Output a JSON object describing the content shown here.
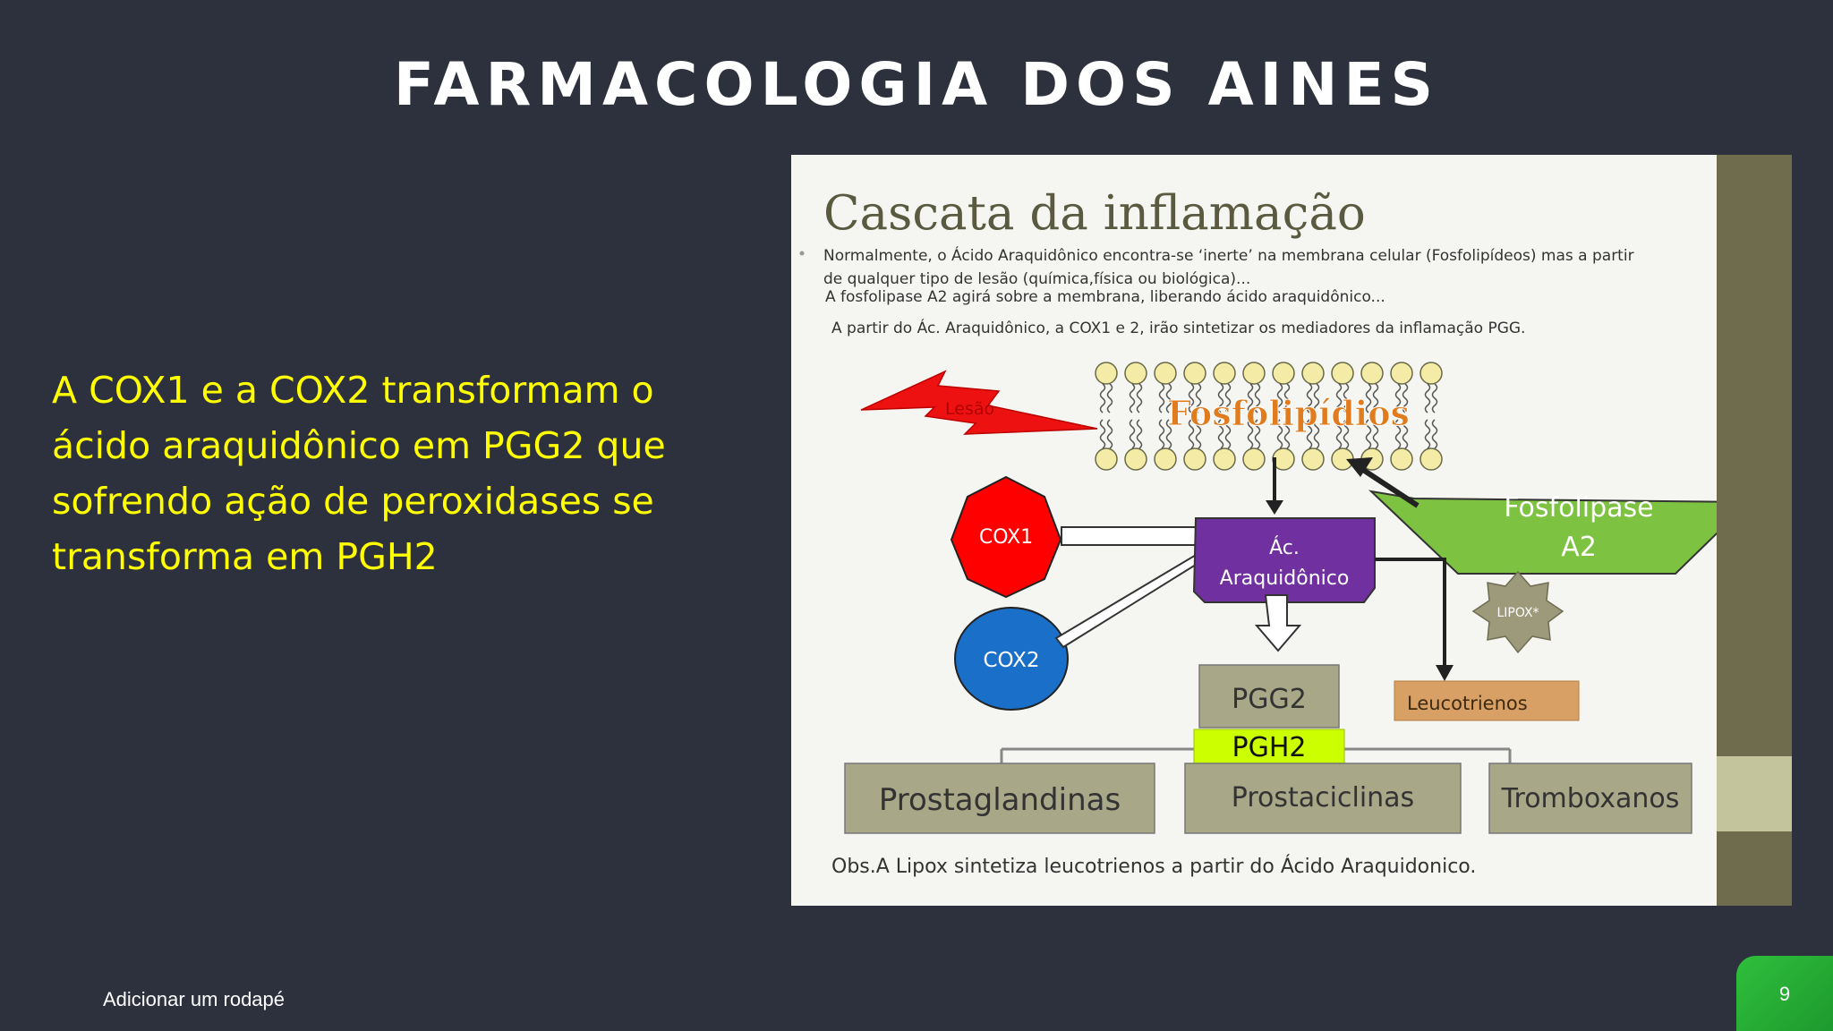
{
  "slide": {
    "title": "FARMACOLOGIA DOS AINES",
    "body_lines": [
      "A COX1 e a COX2 transformam o",
      "ácido araquidônico em PGG2 que",
      "sofrendo ação de peroxidases se",
      "transforma em PGH2"
    ],
    "footer": "Adicionar um rodapé",
    "page_number": "9"
  },
  "figure": {
    "heading": "Cascata da inflamação",
    "intro_lines": [
      "Normalmente, o Ácido Araquidônico encontra-se ‘inerte’ na membrana celular (Fosfolipídeos) mas a partir",
      "de qualquer tipo de lesão (química,física ou biológica)...",
      "A fosfolipase A2 agirá sobre a membrana, liberando ácido araquidônico...",
      "A partir do Ác. Araquidônico, a COX1 e 2, irão sintetizar os mediadores da inflamação PGG."
    ],
    "lesao_label": "Lesão",
    "membrane_label": "Fosfolipídios",
    "cox1_label": "COX1",
    "cox2_label": "COX2",
    "aa_lines": [
      "Ác.",
      "Araquidônico"
    ],
    "fosfolipase_lines": [
      "Fosfolipase",
      "A2"
    ],
    "lipox_label": "LIPOX*",
    "pgg2_label": "PGG2",
    "pgh2_label": "PGH2",
    "leucotrienos_label": "Leucotrienos",
    "products": [
      "Prostaglandinas",
      "Prostaciclinas",
      "Tromboxanos"
    ],
    "note": "Obs.A Lipox sintetiza leucotrienos a partir do Ácido Araquidonico."
  },
  "colors": {
    "slide_background": "#2d303d",
    "title": "#ffffff",
    "body_text": "#ffff00",
    "cox1": "#ff0000",
    "cox2": "#1a6fc9",
    "aa_box": "#7030a0",
    "fosfolipase": "#7ec242",
    "lipox": "#9c9a7a",
    "pgg2_box": "#a8a888",
    "pgh2_box": "#ccff00",
    "leucotrienos_box": "#d9a066",
    "product_box": "#a8a888",
    "page_badge": "#2fbf3c"
  }
}
